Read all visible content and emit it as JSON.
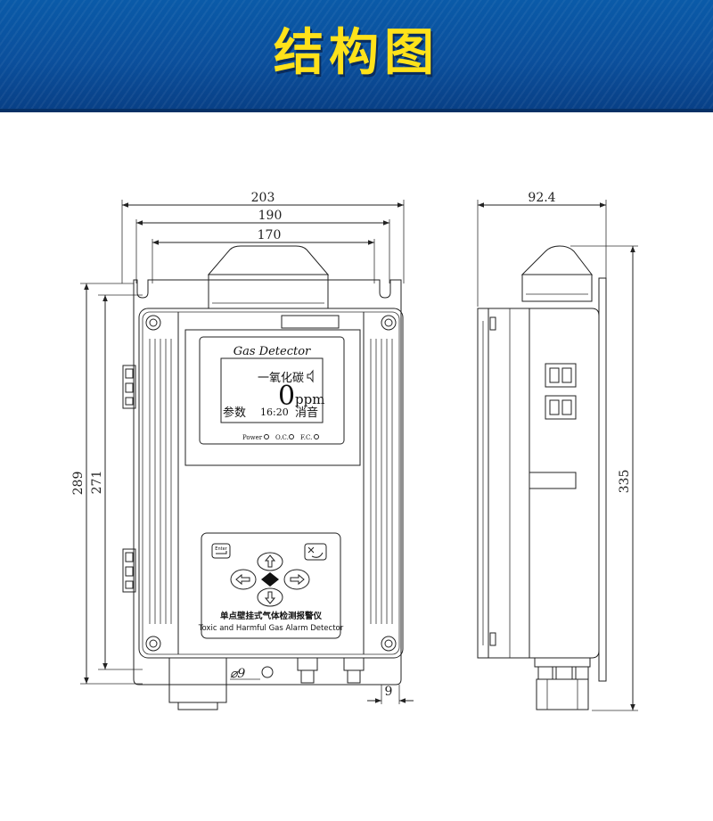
{
  "banner": {
    "title": "结构图"
  },
  "front": {
    "width_outer": "203",
    "width_mid": "190",
    "width_inner": "170",
    "height_outer": "289",
    "height_inner": "271",
    "hole": "⌀9",
    "foot": "9"
  },
  "side": {
    "depth": "92.4",
    "height": "335"
  },
  "lcd": {
    "brand": "Gas Detector",
    "gas": "一氧化碳",
    "value": "0",
    "unit": "ppm",
    "param": "参数",
    "time": "16:20",
    "mute": "消音",
    "led_power": "Power",
    "led_oc": "O.C.",
    "led_fc": "F.C."
  },
  "keypad": {
    "enter": "Enter",
    "name_cn": "单点壁挂式气体检测报警仪",
    "name_en": "Toxic and Harmful Gas Alarm Detector"
  },
  "colors": {
    "banner_bg": "#0b4f9c",
    "title": "#ffe21a"
  }
}
